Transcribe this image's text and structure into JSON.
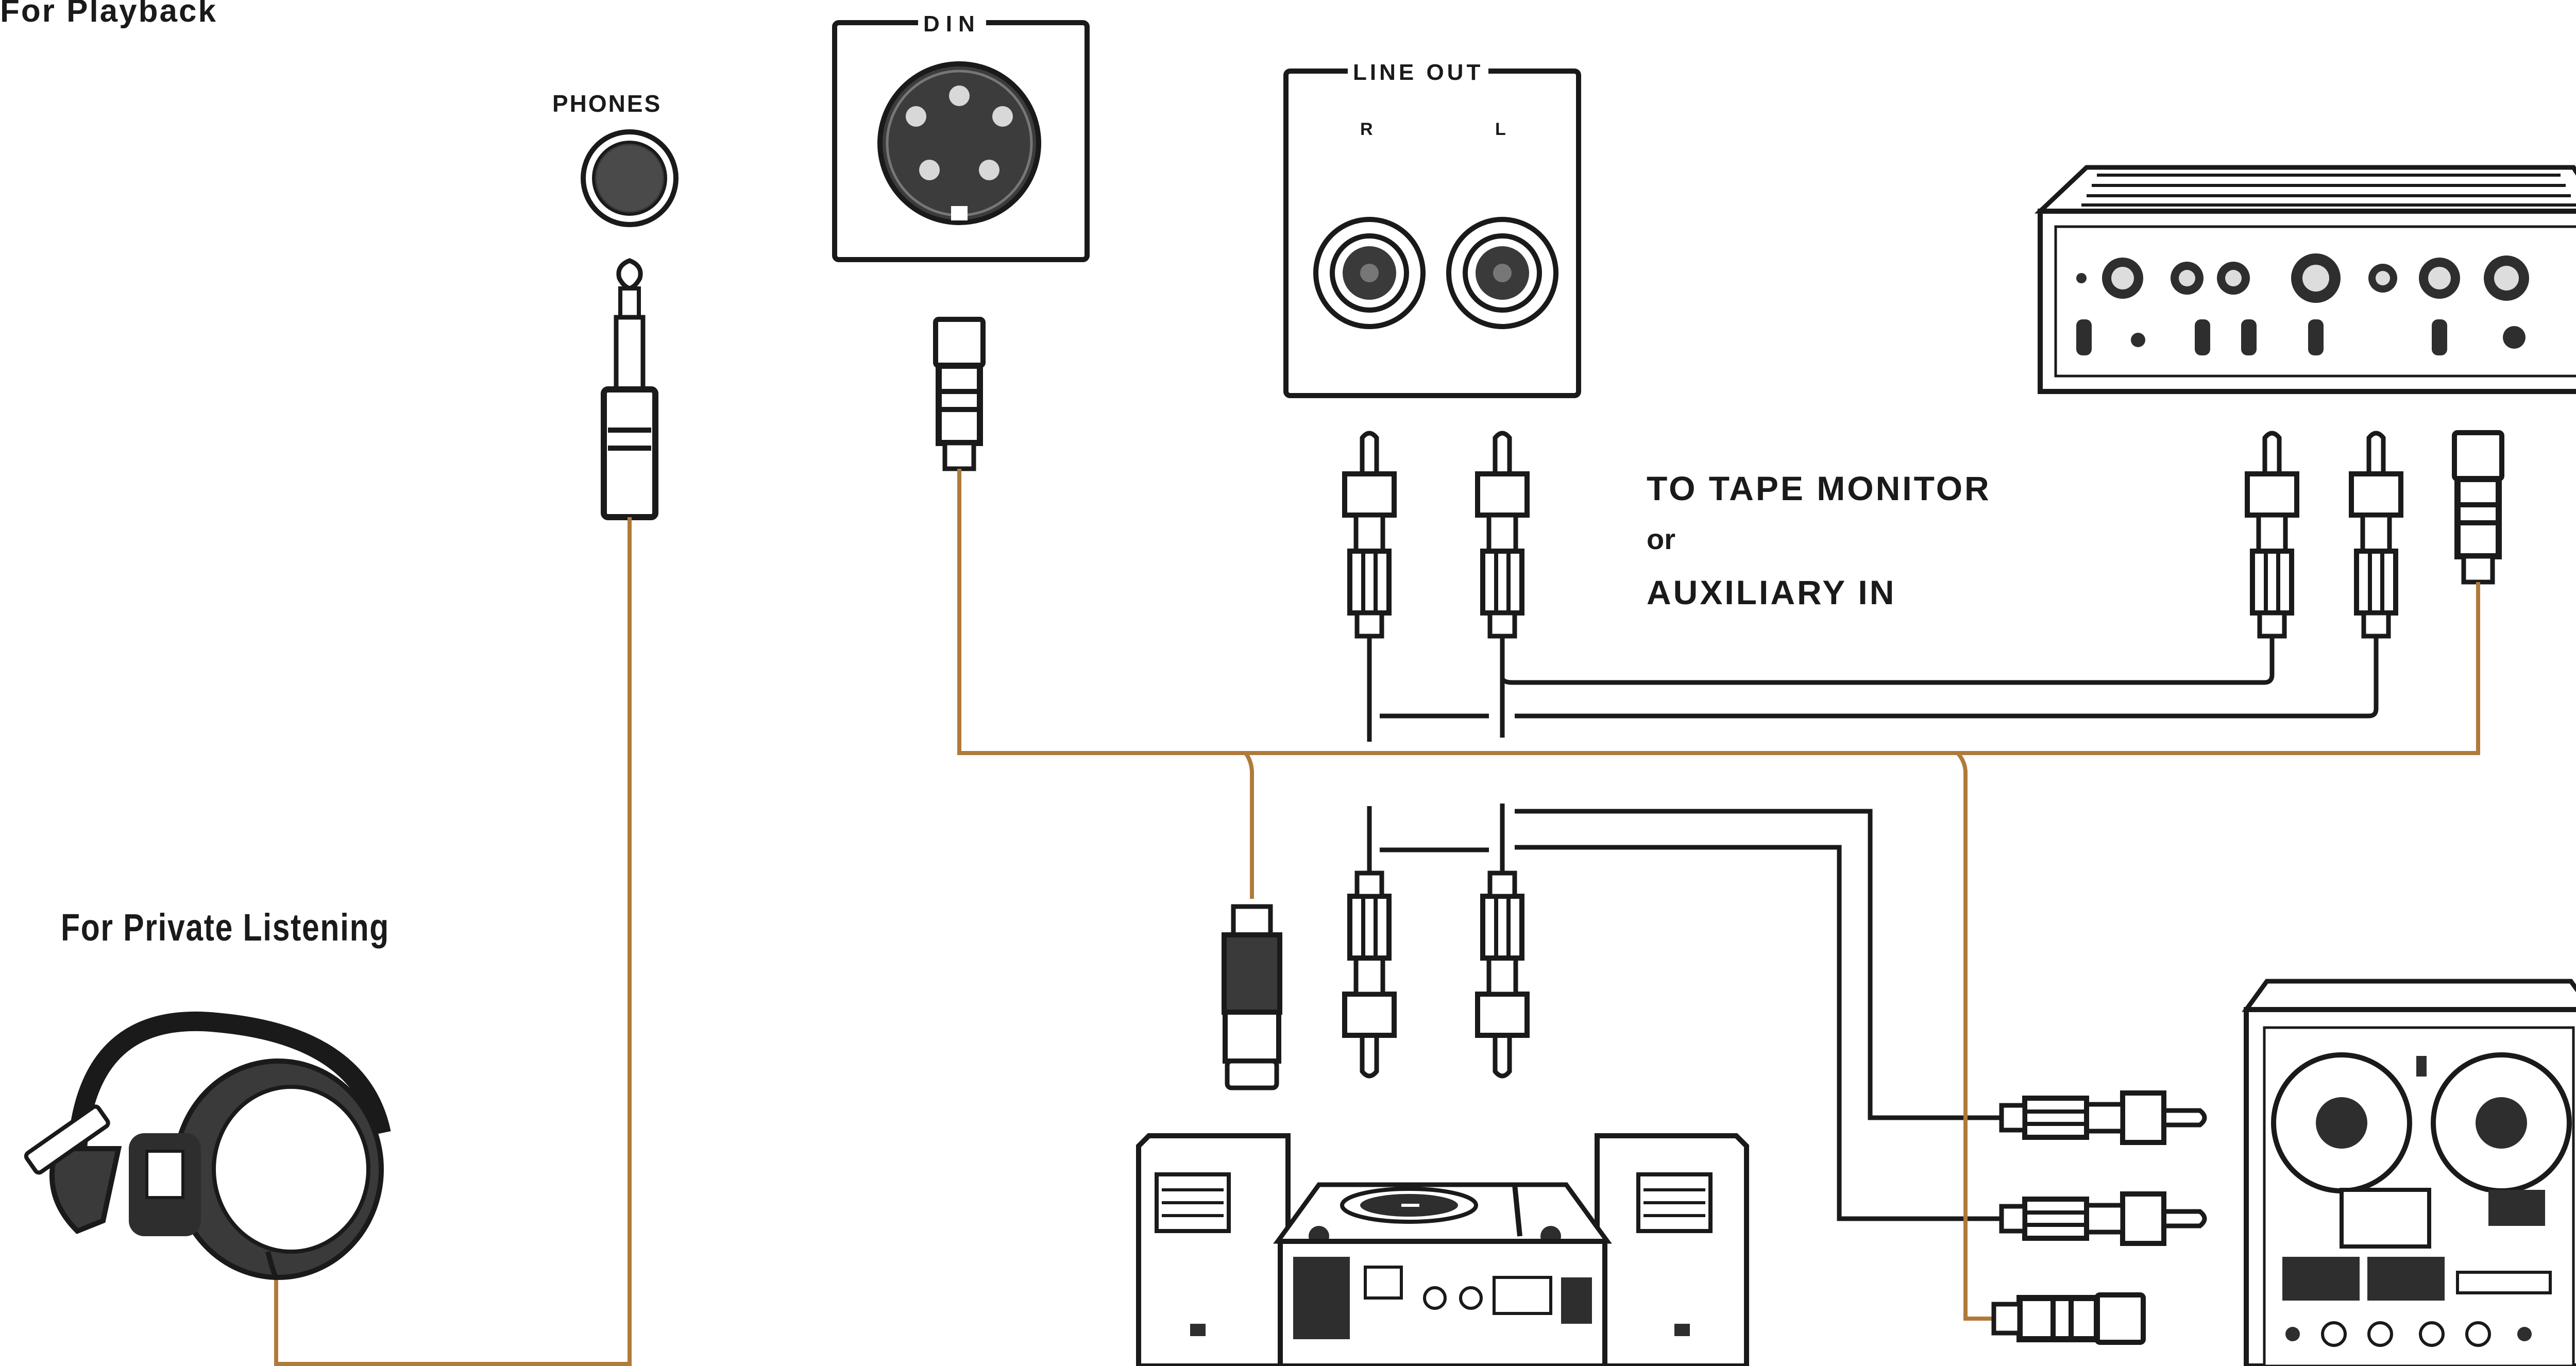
{
  "heading": "For Playback",
  "private_listening_label": "For Private Listening",
  "jacks": {
    "phones_label": "PHONES",
    "din_label": "DIN",
    "line_out_label": "LINE OUT",
    "right_channel": "R",
    "left_channel": "L"
  },
  "connection_note": {
    "line1": "TO TAPE MONITOR",
    "line2": "or",
    "line3": "AUXILIARY IN"
  },
  "colors": {
    "ink": "#1a1a1a",
    "brown_cable": "#b07a3a",
    "background": "#ffffff"
  }
}
